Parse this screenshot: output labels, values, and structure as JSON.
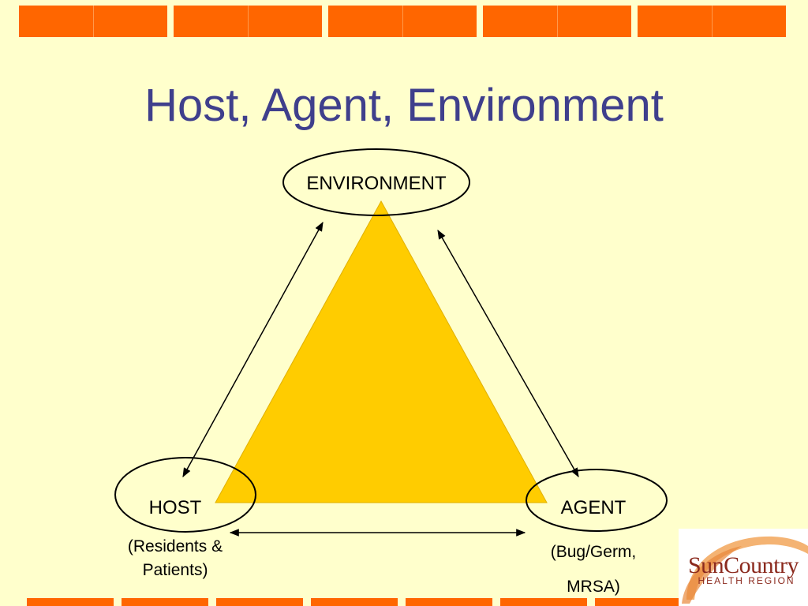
{
  "title": "Host, Agent, Environment",
  "nodes": {
    "environment": {
      "label": "ENVIRONMENT"
    },
    "host": {
      "label": "HOST",
      "sub_line1": "(Residents &",
      "sub_line2": "Patients)"
    },
    "agent": {
      "label": "AGENT",
      "sub_line1": "(Bug/Germ,",
      "sub_line2": "MRSA)"
    }
  },
  "logo": {
    "name": "SunCountry",
    "subtitle": "HEALTH REGION"
  },
  "colors": {
    "background": "#FFFFCC",
    "accent_bar": "#FF6600",
    "title": "#3F3F8C",
    "triangle": "#FFCC00",
    "logo_text": "#8B2A1E"
  }
}
